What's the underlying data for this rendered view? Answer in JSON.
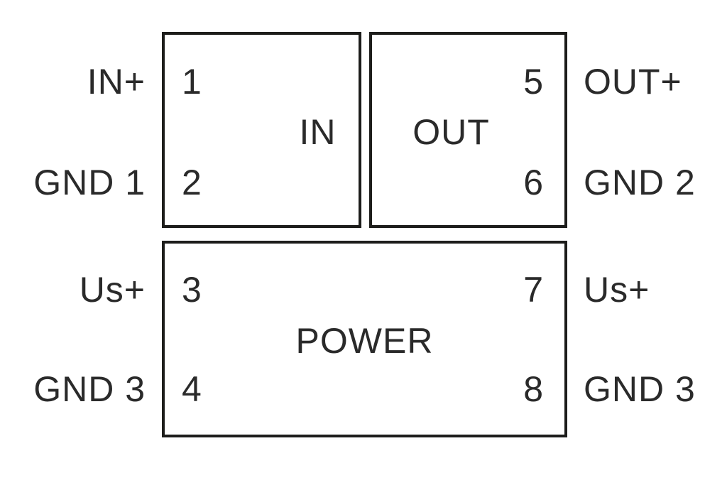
{
  "diagram": {
    "colors": {
      "line": "#1d1d1b",
      "text": "#2a2a2a",
      "background": "#ffffff"
    },
    "blocks": {
      "in": {
        "label": "IN",
        "pins": [
          {
            "number": "1",
            "external": "IN+"
          },
          {
            "number": "2",
            "external": "GND 1"
          }
        ]
      },
      "out": {
        "label": "OUT",
        "pins": [
          {
            "number": "5",
            "external": "OUT+"
          },
          {
            "number": "6",
            "external": "GND 2"
          }
        ]
      },
      "power": {
        "label": "POWER",
        "pins": [
          {
            "number": "3",
            "external": "Us+"
          },
          {
            "number": "7",
            "external": "Us+"
          },
          {
            "number": "4",
            "external": "GND 3"
          },
          {
            "number": "8",
            "external": "GND 3"
          }
        ]
      }
    }
  }
}
